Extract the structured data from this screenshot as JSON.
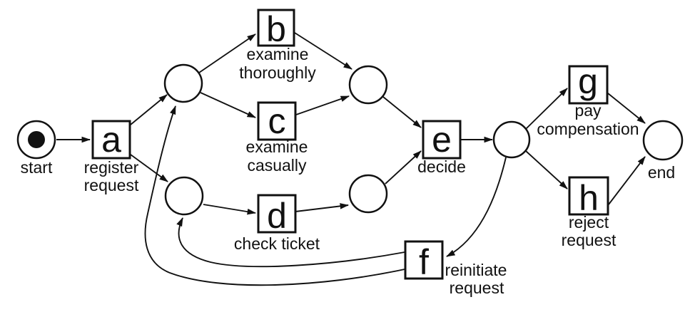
{
  "diagram": {
    "kind": "petri-net-workflow",
    "colors": {
      "ink": "#111111",
      "background": "#ffffff"
    },
    "places": {
      "start": {
        "label": "start",
        "token": true
      },
      "p1": {
        "label": ""
      },
      "p2": {
        "label": ""
      },
      "p3": {
        "label": ""
      },
      "p4": {
        "label": ""
      },
      "p5": {
        "label": ""
      },
      "end": {
        "label": "end",
        "token": false
      }
    },
    "transitions": {
      "a": {
        "letter": "a",
        "label": [
          "register",
          "request"
        ]
      },
      "b": {
        "letter": "b",
        "label": [
          "examine",
          "thoroughly"
        ]
      },
      "c": {
        "letter": "c",
        "label": [
          "examine",
          "casually"
        ]
      },
      "d": {
        "letter": "d",
        "label": [
          "check ticket"
        ]
      },
      "e": {
        "letter": "e",
        "label": [
          "decide"
        ]
      },
      "f": {
        "letter": "f",
        "label": [
          "reinitiate",
          "request"
        ]
      },
      "g": {
        "letter": "g",
        "label": [
          "pay",
          "compensation"
        ]
      },
      "h": {
        "letter": "h",
        "label": [
          "reject",
          "request"
        ]
      }
    },
    "arcs": [
      [
        "start",
        "a"
      ],
      [
        "a",
        "p1"
      ],
      [
        "a",
        "p2"
      ],
      [
        "p1",
        "b"
      ],
      [
        "p1",
        "c"
      ],
      [
        "p2",
        "d"
      ],
      [
        "b",
        "p3"
      ],
      [
        "c",
        "p3"
      ],
      [
        "d",
        "p4"
      ],
      [
        "p3",
        "e"
      ],
      [
        "p4",
        "e"
      ],
      [
        "e",
        "p5"
      ],
      [
        "p5",
        "g"
      ],
      [
        "p5",
        "h"
      ],
      [
        "p5",
        "f"
      ],
      [
        "f",
        "p1"
      ],
      [
        "f",
        "p2"
      ],
      [
        "g",
        "end"
      ],
      [
        "h",
        "end"
      ]
    ]
  }
}
